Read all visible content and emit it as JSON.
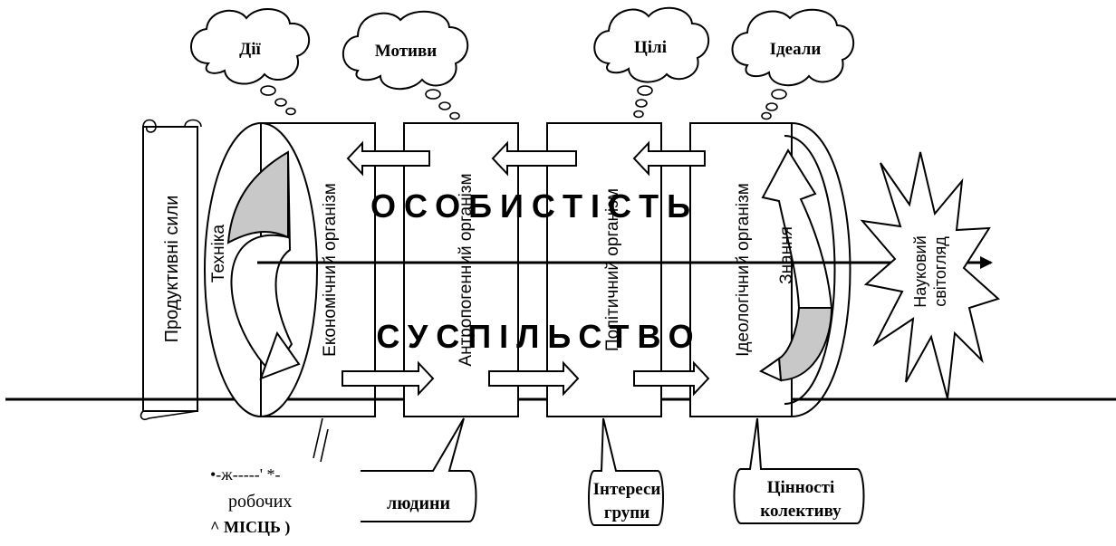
{
  "clouds": [
    "Дії",
    "Мотиви",
    "Цілі",
    "Ідеали"
  ],
  "scroll_label": "Продуктивні сили",
  "organisms": [
    "Економічний організм",
    "Антропогенний організм",
    "Політичний організм",
    "Ідеологічний організм"
  ],
  "inner_left": "Техніка",
  "inner_right": "Знання",
  "band_top": "ОСОБИСТІСТЬ",
  "band_bottom": "СУСПІЛЬСТВО",
  "burst_label_1": "Науковий",
  "burst_label_2": "світогляд",
  "callouts": {
    "left_line_1": "•-ж-----'    *-",
    "left_line_2": "робочих",
    "left_line_3": "^    МІСЦЬ   )",
    "center_left": "людини",
    "center_right_1": "Інтереси",
    "center_right_2": "групи",
    "right_1": "Цінності",
    "right_2": "колективу"
  },
  "colors": {
    "ink": "#000000",
    "fill_gray": "#c8c8c8",
    "background": "#ffffff"
  }
}
